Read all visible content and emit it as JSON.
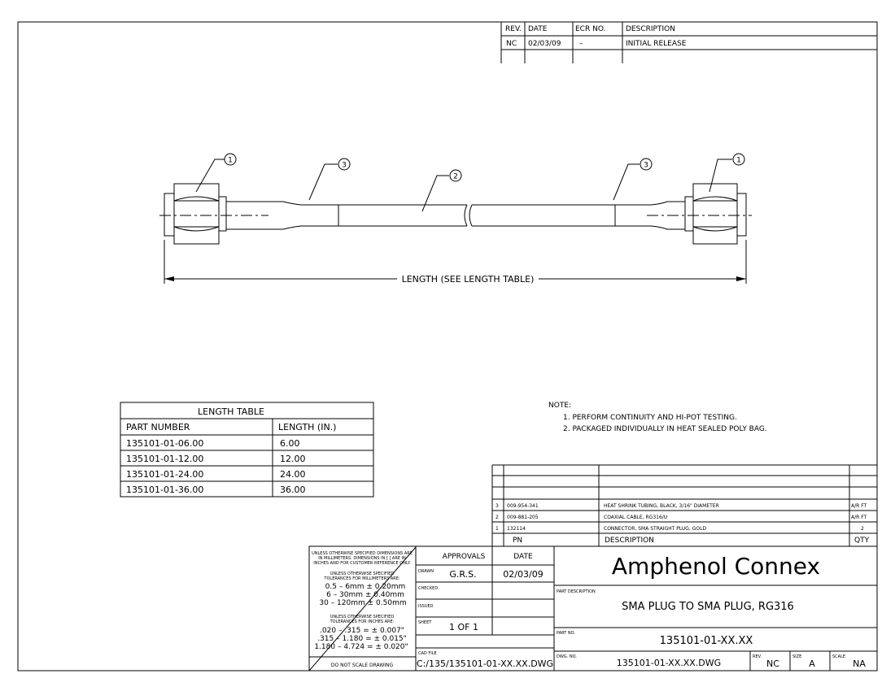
{
  "revision_block": {
    "headers": {
      "rev": "REV.",
      "date": "DATE",
      "ecr": "ECR NO.",
      "description": "DESCRIPTION"
    },
    "rows": [
      {
        "rev": "NC",
        "date": "02/03/09",
        "ecr": "–",
        "description": "INITIAL RELEASE"
      }
    ]
  },
  "balloons": {
    "connector": "1",
    "cable": "2",
    "heat_shrink": "3"
  },
  "length_dim": "LENGTH (SEE LENGTH TABLE)",
  "length_table": {
    "title": "LENGTH TABLE",
    "headers": [
      "PART NUMBER",
      "LENGTH (IN.)"
    ],
    "rows": [
      [
        "135101-01-06.00",
        "6.00"
      ],
      [
        "135101-01-12.00",
        "12.00"
      ],
      [
        "135101-01-24.00",
        "24.00"
      ],
      [
        "135101-01-36.00",
        "36.00"
      ]
    ]
  },
  "notes": {
    "heading": "NOTE:",
    "items": [
      "1. PERFORM CONTINUITY AND HI-POT TESTING.",
      "2. PACKAGED INDIVIDUALLY IN HEAT SEALED POLY BAG."
    ]
  },
  "bom": {
    "rows": [
      {
        "item": "3",
        "pn": "009-954-341",
        "description": "HEAT SHRINK TUBING, BLACK, 3/16\" DIAMETER",
        "qty": "A/R FT"
      },
      {
        "item": "2",
        "pn": "009-881-205",
        "description": "COAXIAL CABLE, RG316/U",
        "qty": "A/R FT"
      },
      {
        "item": "1",
        "pn": "132114",
        "description": "CONNECTOR, SMA STRAIGHT PLUG, GOLD",
        "qty": "2"
      }
    ],
    "headers": {
      "pn": "PN",
      "description": "DESCRIPTION",
      "qty": "QTY"
    }
  },
  "tolerance": {
    "intro": [
      "UNLESS OTHERWISE SPECIFIED DIMENSIONS ARE",
      "IN MILLIMETERS. DIMENSIONS IN [ ] ARE IN",
      "INCHES AND FOR CUSTOMER REFERENCE ONLY."
    ],
    "mm_heading": [
      "UNLESS OTHERWISE SPECIFIED",
      "TOLERANCES FOR MILLIMETERS ARE:"
    ],
    "mm": [
      "0.5 – 6mm  ± 0.20mm",
      "6 – 30mm  ± 0.40mm",
      "30 – 120mm  ± 0.50mm"
    ],
    "in_heading": [
      "UNLESS OTHERWISE SPECIFIED",
      "TOLERANCES FOR INCHES ARE:"
    ],
    "in": [
      ".020 – .315 = ± 0.007\"",
      ".315 – 1.180 = ± 0.015\"",
      "1.180 – 4.724 = ± 0.020\""
    ],
    "footer": "DO NOT SCALE DRAWING"
  },
  "approvals": {
    "header_approvals": "APPROVALS",
    "header_date": "DATE",
    "drawn_label": "DRAWN",
    "drawn_by": "G.R.S.",
    "drawn_date": "02/03/09",
    "checked_label": "CHECKED",
    "issued_label": "ISSUED",
    "sheet_label": "SHEET",
    "sheet_value": "1 OF 1",
    "cad_label": "CAD FILE",
    "cad_value": "C:/135/135101-01-XX.XX.DWG"
  },
  "title_block": {
    "company": "Amphenol Connex",
    "company_color": "#0000ff",
    "part_desc_label": "PART DESCRIPTION",
    "part_desc": "SMA PLUG TO SMA PLUG, RG316",
    "part_no_label": "PART NO.",
    "part_no": "135101-01-XX.XX",
    "dwg_label": "DWG. NO.",
    "dwg_no": "135101-01-XX.XX.DWG",
    "rev_label": "REV.",
    "rev": "NC",
    "size_label": "SIZE",
    "size": "A",
    "scale_label": "SCALE",
    "scale": "NA"
  }
}
